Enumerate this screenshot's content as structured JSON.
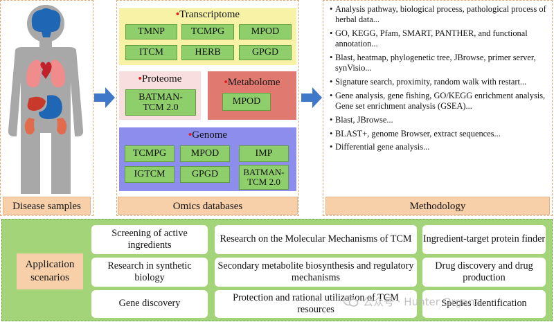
{
  "disease_caption": "Disease samples",
  "omics_caption": "Omics databases",
  "method_caption": "Methodology",
  "transcriptome": {
    "title": "Transcriptome",
    "tags": [
      "TMNP",
      "TCMPG",
      "MPOD",
      "ITCM",
      "HERB",
      "GPGD"
    ]
  },
  "proteome": {
    "title": "Proteome",
    "tags": [
      "BATMAN-TCM 2.0"
    ]
  },
  "metabolome": {
    "title": "Metabolome",
    "tags": [
      "MPOD"
    ]
  },
  "genome": {
    "title": "Genome",
    "tags": [
      "TCMPG",
      "MPOD",
      "IMP",
      "IGTCM",
      "GPGD",
      "BATMAN-TCM 2.0"
    ]
  },
  "methods": [
    "Analysis pathway, biological process, pathological process of herbal data...",
    "GO, KEGG, Pfam, SMART, PANTHER, and functional annotation...",
    "Blast, heatmap, phylogenetic tree, JBrowse, primer server, synVisio...",
    "Signature search, proximity, random walk with restart...",
    "Gene analysis, gene fishing, GO/KEGG enrichment analysis, Gene set enrichment analysis (GSEA)...",
    "Blast, JBrowse...",
    "BLAST+, genome Browser, extract sequences...",
    "Differential gene analysis..."
  ],
  "application": {
    "label": "Application scenarios",
    "cells": [
      "Screening of active ingredients",
      "Research on the Molecular Mechanisms of TCM",
      "Ingredient-target protein finder",
      "Research in synthetic biology",
      "Secondary metabolite biosynthesis and regulatory mechanisms",
      "Drug discovery and drug production",
      "Gene discovery",
      "Protection and rational utilization of TCM resources",
      "Species Identification"
    ]
  },
  "watermark": "公众号 · Hunter Organs",
  "colors": {
    "transcriptome_bg": "#f7f2a6",
    "proteome_bg": "#f8dede",
    "metabolome_bg": "#e07a70",
    "genome_bg": "#8d8dee",
    "tag_green": "#8fcf6b",
    "arrow_blue": "#3f78c8",
    "caption_peach": "#f7cfa8",
    "app_green": "#a4d47a"
  }
}
